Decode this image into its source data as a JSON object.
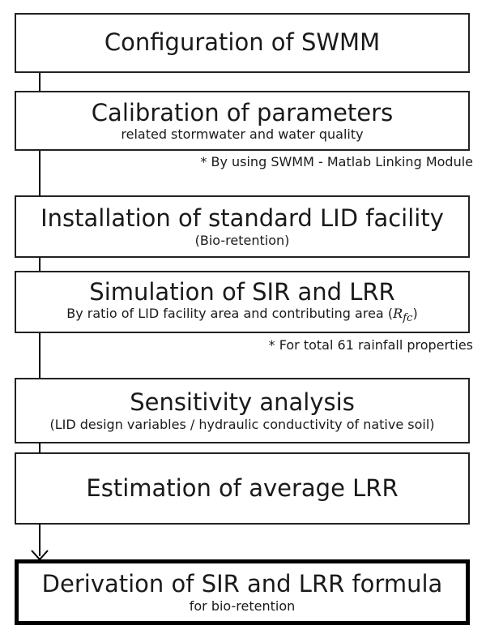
{
  "steps": [
    {
      "title": "Configuration of SWMM",
      "subtitle": ""
    },
    {
      "title": "Calibration of parameters",
      "subtitle": "related stormwater and water quality"
    },
    {
      "title": "Installation of standard LID facility",
      "subtitle": "(Bio-retention)"
    },
    {
      "title": "Simulation of SIR and LRR",
      "subtitle": "By ratio of LID facility area and contributing area (",
      "subtitle_symbol": "R",
      "subtitle_symbol_sub": "fc",
      "subtitle_end": ")"
    },
    {
      "title": "Sensitivity analysis",
      "subtitle": "(LID design variables / hydraulic conductivity of native soil)"
    },
    {
      "title": "Estimation of average LRR",
      "subtitle": ""
    },
    {
      "title": "Derivation of SIR and LRR formula",
      "subtitle": "for bio-retention"
    }
  ],
  "notes": {
    "calibration": "* By using SWMM - Matlab Linking Module",
    "simulation": "* For total 61 rainfall properties"
  }
}
